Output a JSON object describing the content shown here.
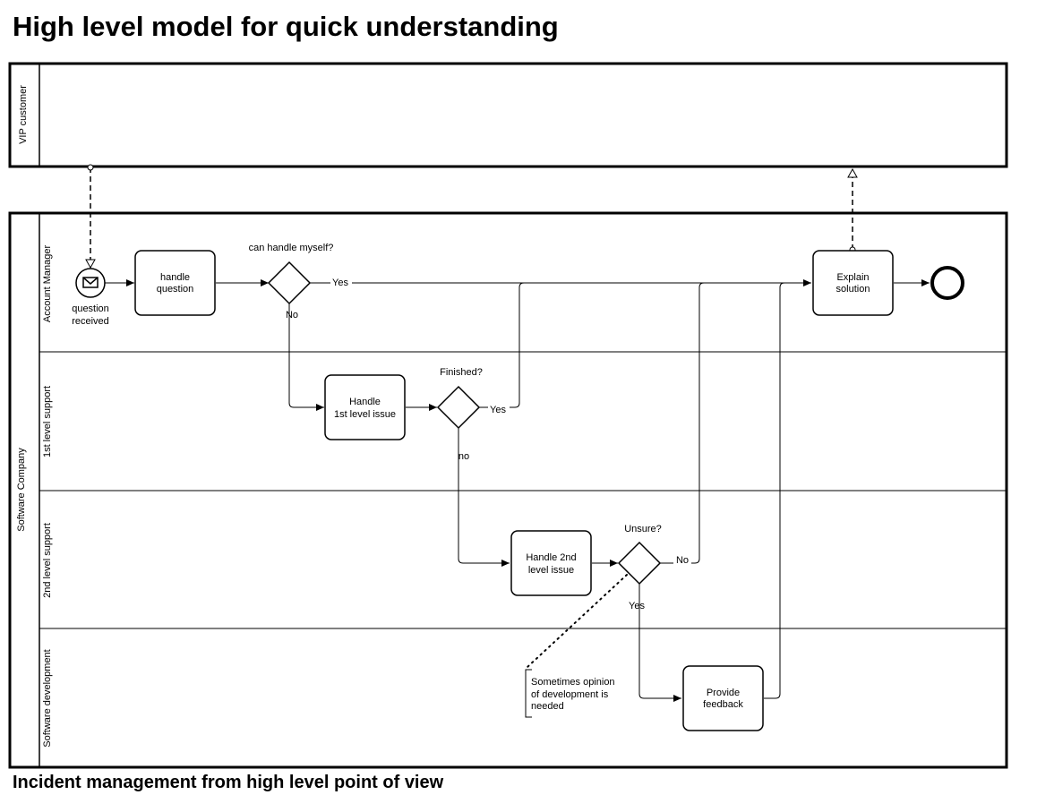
{
  "title": "High level model for quick understanding",
  "caption": "Incident management from high level point of view",
  "pools": {
    "vip": {
      "label": "VIP customer"
    },
    "company": {
      "label": "Software Company",
      "lanes": {
        "account_manager": "Account Manager",
        "first_level": "1st level support",
        "second_level": "2nd level support",
        "software_dev": "Software development"
      }
    }
  },
  "events": {
    "start": {
      "label_line1": "question",
      "label_line2": "received",
      "icon": "envelope-icon"
    }
  },
  "tasks": {
    "handle_question": {
      "line1": "handle",
      "line2": "question"
    },
    "explain_solution": {
      "line1": "Explain",
      "line2": "solution"
    },
    "handle_first": {
      "line1": "Handle",
      "line2": "1st level issue"
    },
    "handle_second": {
      "line1": "Handle 2nd",
      "line2": "level issue"
    },
    "provide_feedback": {
      "line1": "Provide",
      "line2": "feedback"
    }
  },
  "gateways": {
    "can_handle": {
      "question": "can handle myself?",
      "yes": "Yes",
      "no": "No"
    },
    "finished": {
      "question": "Finished?",
      "yes": "Yes",
      "no": "no"
    },
    "unsure": {
      "question": "Unsure?",
      "yes": "Yes",
      "no": "No"
    }
  },
  "annotation": {
    "line1": "Sometimes opinion",
    "line2": "of development is",
    "line3": "needed"
  }
}
